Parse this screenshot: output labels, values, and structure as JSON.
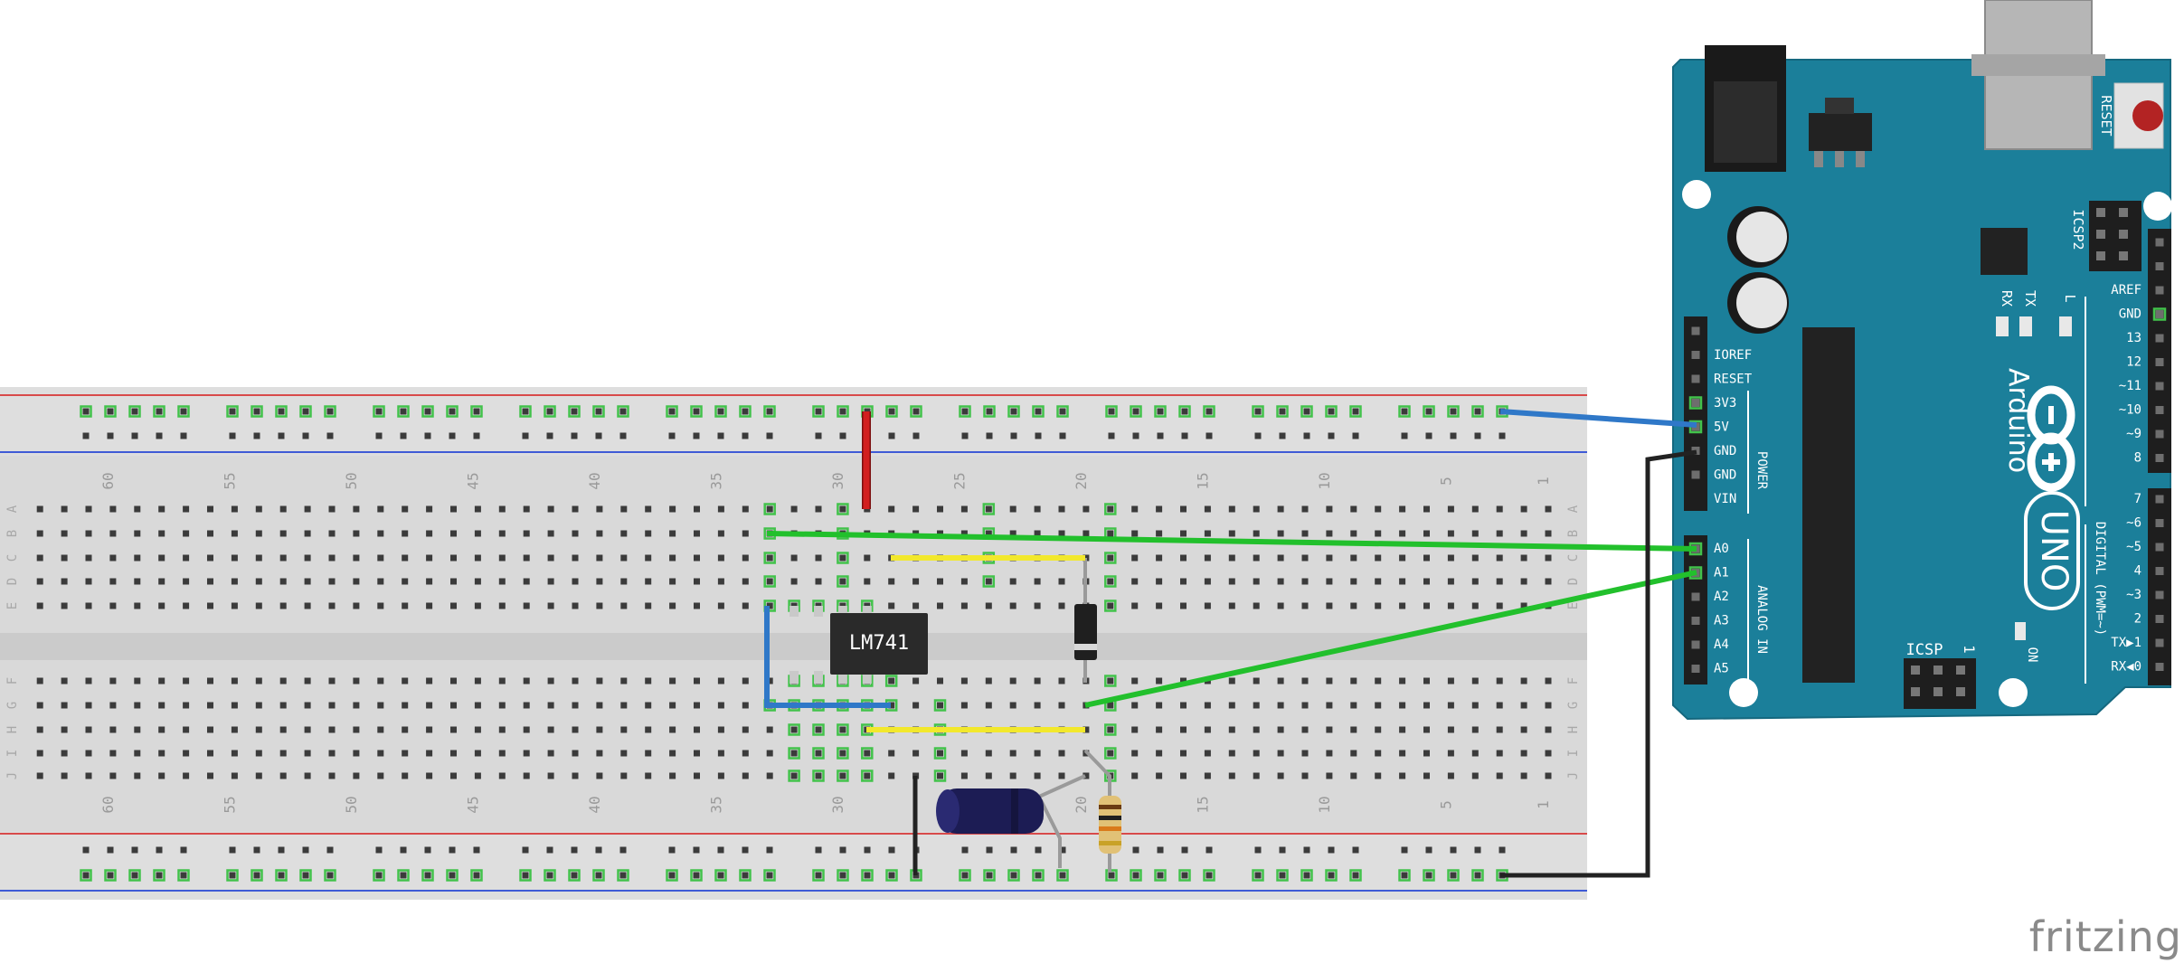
{
  "breadboard": {
    "column_numbers": [
      "60",
      "55",
      "50",
      "45",
      "40",
      "35",
      "30",
      "25",
      "20",
      "15",
      "10",
      "5",
      "1"
    ],
    "row_letters_top": [
      "A",
      "B",
      "C",
      "D",
      "E"
    ],
    "row_letters_bottom": [
      "F",
      "G",
      "H",
      "I",
      "J"
    ]
  },
  "ic": {
    "label": "LM741"
  },
  "arduino": {
    "reset_label": "RESET",
    "icsp2_label": "ICSP2",
    "icsp_label": "ICSP",
    "icsp_pin1": "1",
    "brand": "Arduino",
    "model": "UNO",
    "led_labels": [
      "RX",
      "TX",
      "L"
    ],
    "on_label": "ON",
    "power_pins": [
      "IOREF",
      "RESET",
      "3V3",
      "5V",
      "GND",
      "GND",
      "VIN"
    ],
    "power_label": "POWER",
    "analog_pins": [
      "A0",
      "A1",
      "A2",
      "A3",
      "A4",
      "A5"
    ],
    "analog_label": "ANALOG IN",
    "digital_top": [
      "AREF",
      "GND",
      "13",
      "12",
      "~11",
      "~10",
      "~9",
      "8"
    ],
    "digital_bottom": [
      "7",
      "~6",
      "~5",
      "4",
      "~3",
      "2",
      "TX▶1",
      "RX◀0"
    ],
    "digital_label": "DIGITAL (PWM=~)"
  },
  "footer": {
    "brand": "fritzing"
  },
  "colors": {
    "board": "#1b7f9a",
    "breadboard": "#dcdcdc",
    "wire_red": "#d21f1f",
    "wire_blue": "#2f78c8",
    "wire_green": "#22c02c",
    "wire_yellow": "#f2e82c",
    "wire_black": "#222222"
  }
}
